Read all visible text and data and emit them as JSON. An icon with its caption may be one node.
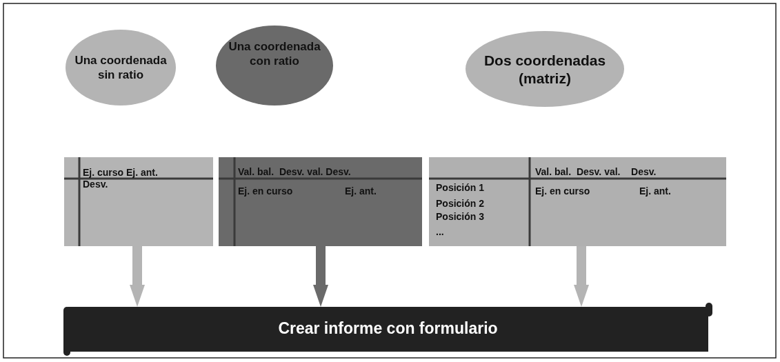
{
  "diagram": {
    "nodes": [
      {
        "text": [
          "Una coordenada sin ratio"
        ]
      },
      {
        "text": [
          "Una coordenada con ratio"
        ]
      },
      {
        "text": [
          "Dos coordenadas (matriz)"
        ]
      },
      {
        "text": [
          "Ej. curso  Ej. ant. Desv."
        ]
      },
      {
        "text": [
          "Val. bal.  Desv. val. Desv.",
          "Ej. en curso",
          "Ej. ant."
        ]
      },
      {
        "text": [
          "Val. bal.  Desv. val.    Desv.",
          "Ej. en curso",
          "Ej. ant.",
          "Posición 1",
          "Posición 2",
          "Posición 3",
          "..."
        ]
      },
      {
        "text": [
          "Crear informe con formulario"
        ]
      }
    ],
    "edges": [
      {
        "from": 3,
        "to": 6,
        "arrow": "to"
      },
      {
        "from": 4,
        "to": 6,
        "arrow": "to",
        "color": "#6a6a6a"
      },
      {
        "from": 5,
        "to": 6,
        "arrow": "to"
      }
    ]
  }
}
